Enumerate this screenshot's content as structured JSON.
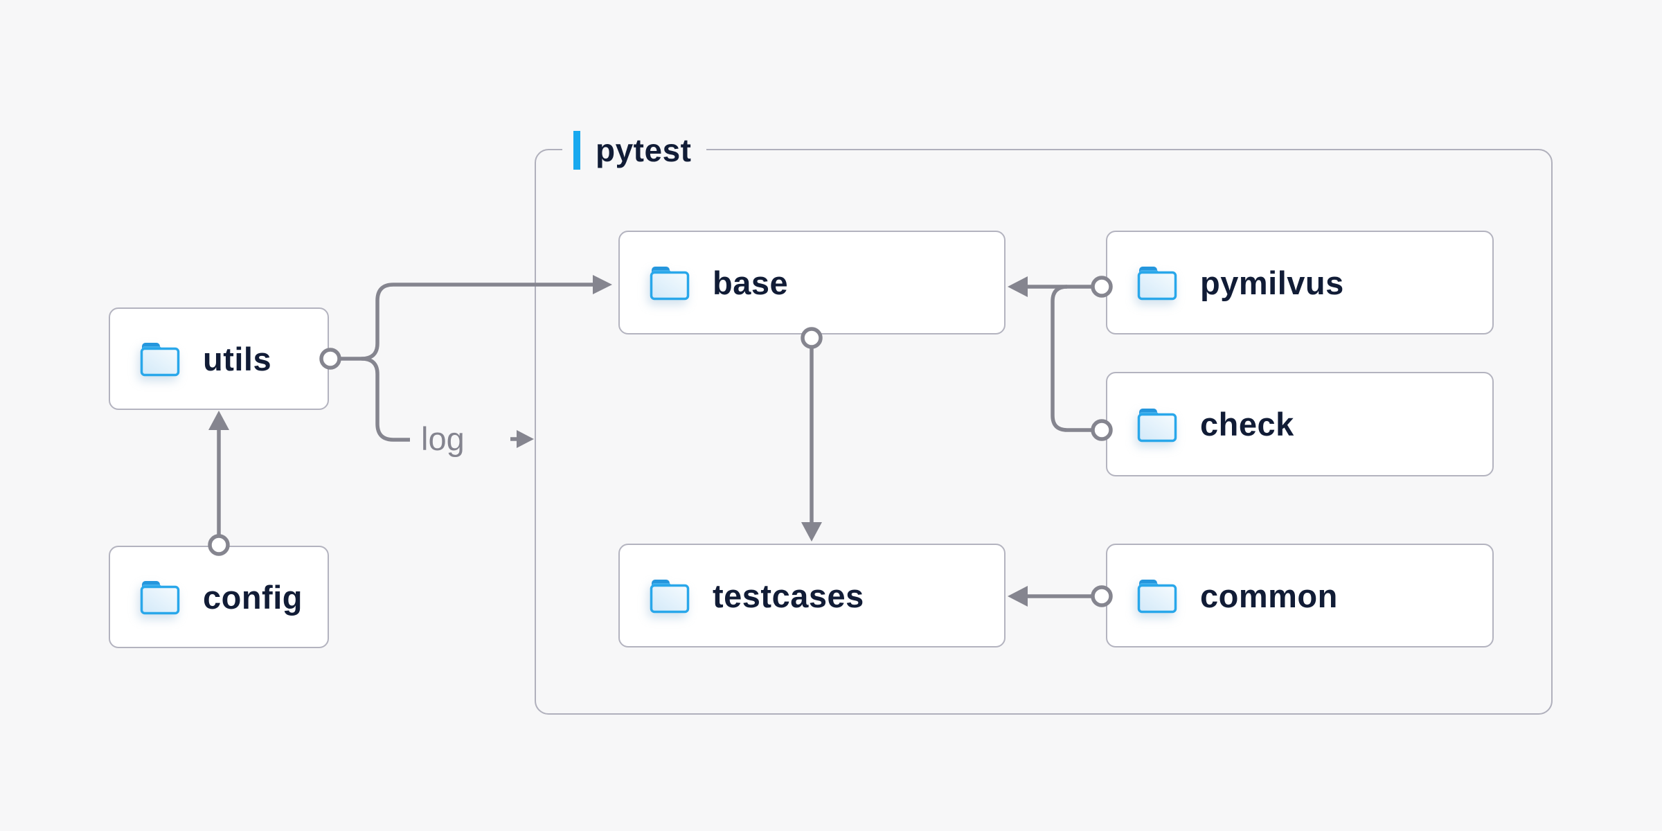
{
  "diagram": {
    "container_label": "pytest",
    "log_label": "log",
    "nodes": [
      {
        "id": "utils",
        "label": "utils",
        "icon": "folder-icon",
        "inside_pytest": false
      },
      {
        "id": "config",
        "label": "config",
        "icon": "folder-icon",
        "inside_pytest": false
      },
      {
        "id": "base",
        "label": "base",
        "icon": "folder-icon",
        "inside_pytest": true
      },
      {
        "id": "pymilvus",
        "label": "pymilvus",
        "icon": "folder-icon",
        "inside_pytest": true
      },
      {
        "id": "check",
        "label": "check",
        "icon": "folder-icon",
        "inside_pytest": true
      },
      {
        "id": "testcases",
        "label": "testcases",
        "icon": "folder-icon",
        "inside_pytest": true
      },
      {
        "id": "common",
        "label": "common",
        "icon": "folder-icon",
        "inside_pytest": true
      }
    ],
    "edges": [
      {
        "from": "utils",
        "to": "base",
        "style": "circle-start arrow-end"
      },
      {
        "from": "utils",
        "to": "log",
        "style": "circle-start",
        "label": "log"
      },
      {
        "from": "config",
        "to": "utils",
        "style": "circle-start arrow-end"
      },
      {
        "from": "base",
        "to": "testcases",
        "style": "circle-start arrow-end"
      },
      {
        "from": "pymilvus",
        "to": "base",
        "style": "circle-start arrow-end"
      },
      {
        "from": "check",
        "to": "base",
        "style": "circle-start arrow-end"
      },
      {
        "from": "common",
        "to": "testcases",
        "style": "circle-start arrow-end"
      }
    ],
    "colors": {
      "background": "#f7f7f8",
      "node_background": "#ffffff",
      "node_border": "#b3b3bf",
      "container_border": "#b0b0bc",
      "connector": "#85858f",
      "label_text": "#111c36",
      "muted_text": "#84848f",
      "accent_blue": "#18a9ef",
      "folder_stroke": "#29a7ea",
      "folder_tab": "#45b0ec",
      "folder_tab_dark": "#2496dd",
      "folder_fill_light": "#f6fbfe",
      "folder_fill_dark": "#d2e9f9"
    }
  }
}
